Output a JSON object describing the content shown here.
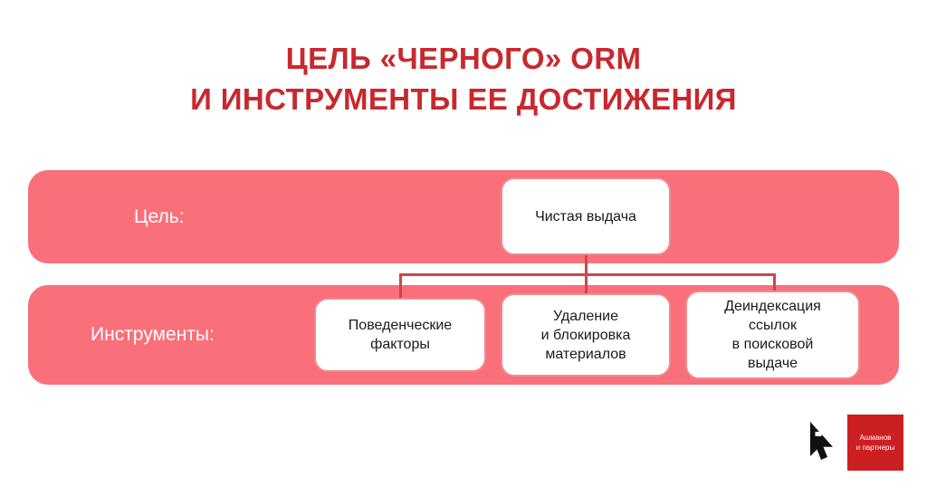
{
  "slide": {
    "title_lines": [
      "ЦЕЛЬ «ЧЕРНОГО» ORM",
      "И ИНСТРУМЕНТЫ ЕЕ ДОСТИЖЕНИЯ"
    ],
    "title_color": "#C8282E",
    "band_color": "#F9707A",
    "connector_color": "#C8484C",
    "background_color": "#FFFFFF"
  },
  "rows": {
    "goal": {
      "label": "Цель:",
      "card": {
        "lines": [
          "Чистая выдача"
        ]
      }
    },
    "tools": {
      "label": "Инструменты:",
      "cards": [
        {
          "lines": [
            "Поведенческие",
            "факторы"
          ]
        },
        {
          "lines": [
            "Удаление",
            "и блокировка",
            "материалов"
          ]
        },
        {
          "lines": [
            "Деиндексация",
            "ссылок",
            "в поисковой",
            "выдаче"
          ]
        }
      ]
    }
  },
  "logo": {
    "cursor_icon": "cursor-a-icon",
    "box_color": "#CC1F22",
    "lines": [
      "Ашманов",
      "и партнеры"
    ]
  }
}
